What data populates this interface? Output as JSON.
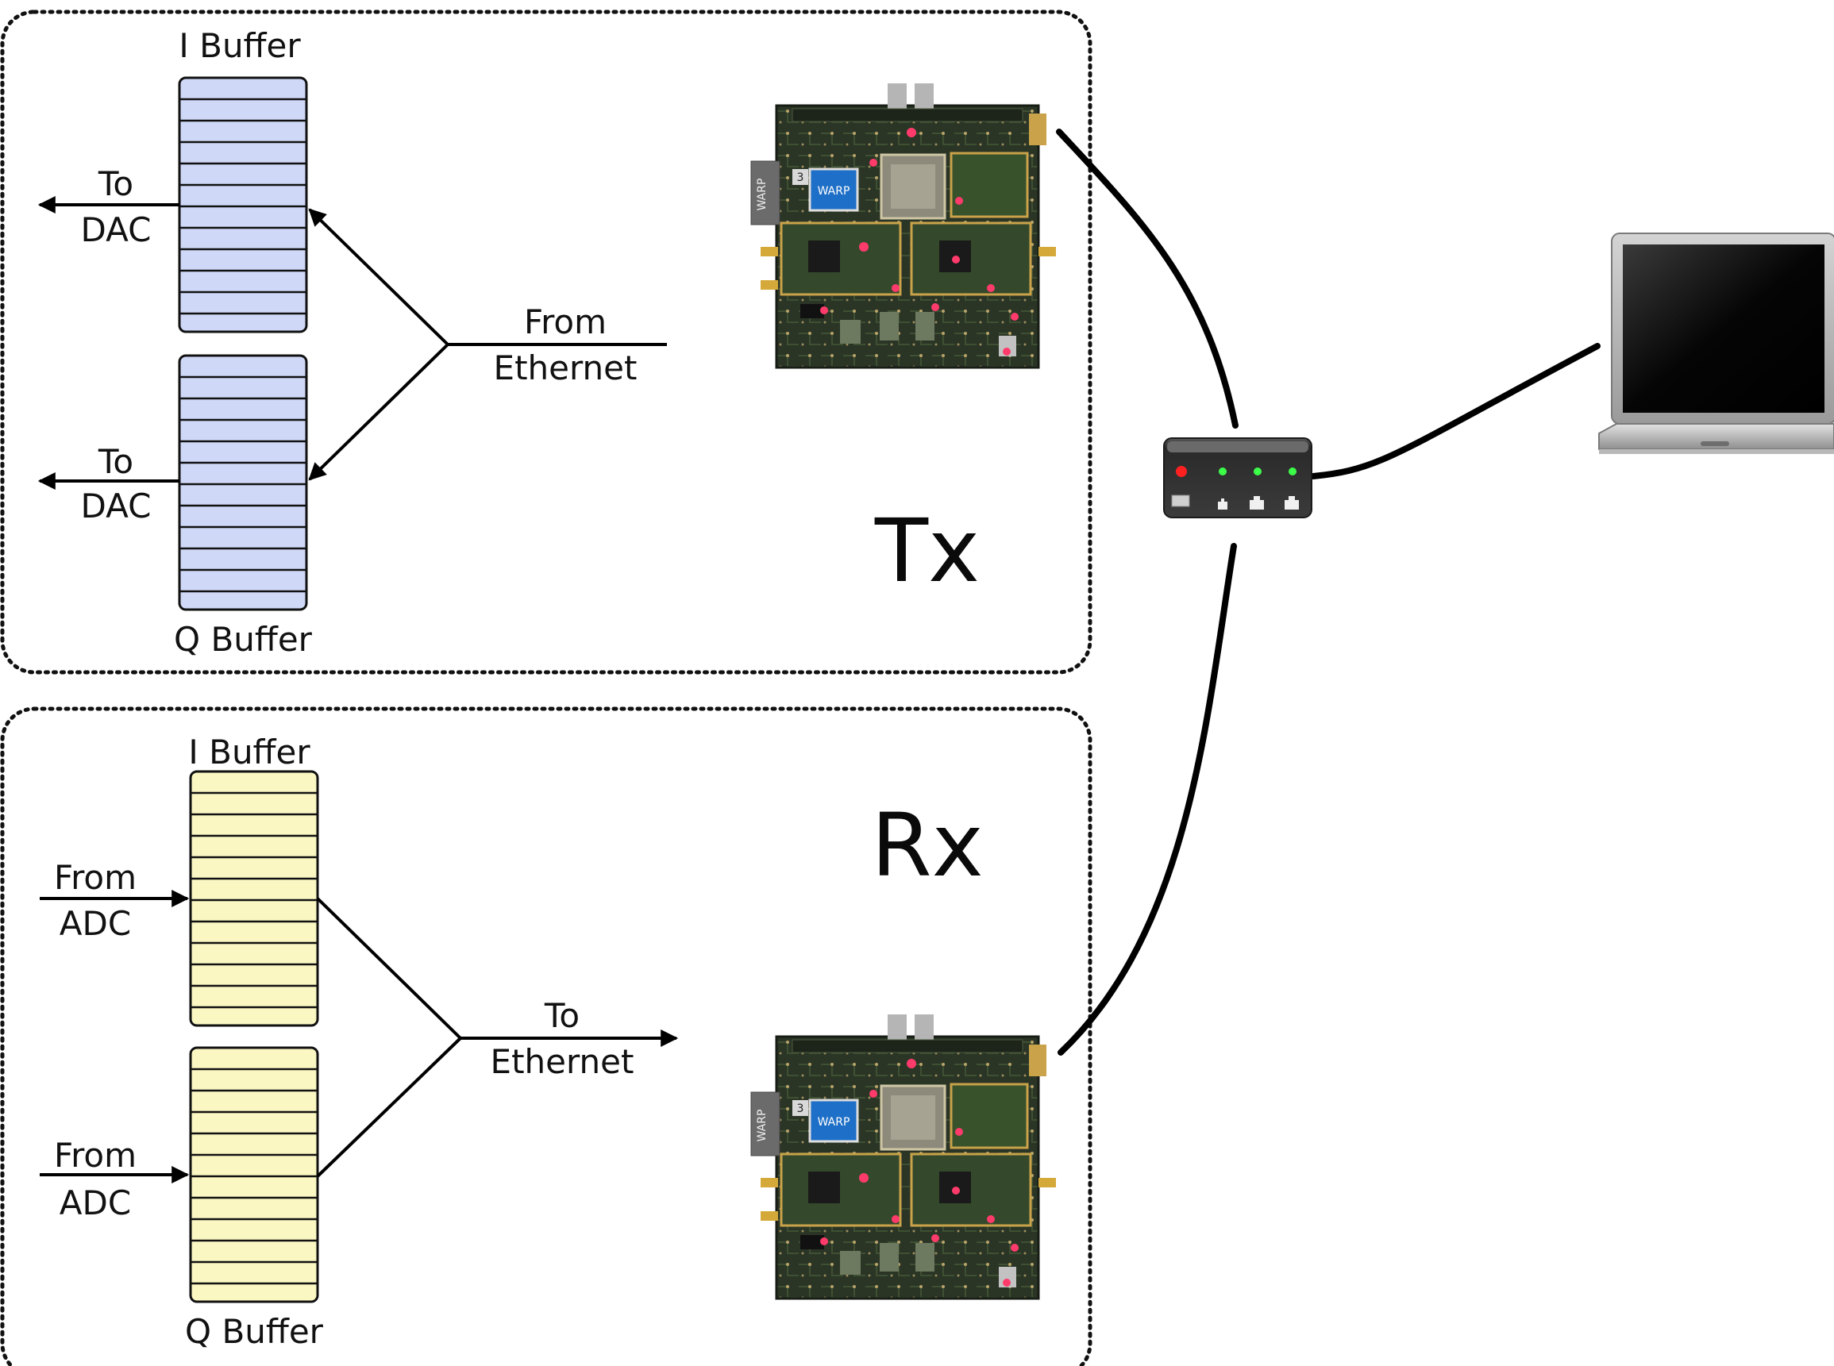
{
  "colors": {
    "i_buffer_fill_tx": "#cfd8f7",
    "q_buffer_fill_tx": "#cfd8f7",
    "i_buffer_fill_rx": "#fbf7c3",
    "q_buffer_fill_rx": "#fbf7c3",
    "line": "#000000",
    "board_pcb": "#2b3526",
    "led": "#ff3b6b"
  },
  "tx": {
    "label": "Tx",
    "i_buffer": "I Buffer",
    "q_buffer": "Q Buffer",
    "to_top": "To",
    "dac_top": "DAC",
    "to_bottom": "To",
    "dac_bottom": "DAC",
    "from": "From",
    "ethernet": "Ethernet",
    "board_tag": "WARP",
    "board_screen": "WARP",
    "board_num": "3"
  },
  "rx": {
    "label": "Rx",
    "i_buffer": "I Buffer",
    "q_buffer": "Q Buffer",
    "from_top": "From",
    "adc_top": "ADC",
    "from_bottom": "From",
    "adc_bottom": "ADC",
    "to": "To",
    "ethernet": "Ethernet",
    "board_tag": "WARP",
    "board_screen": "WARP",
    "board_num": "3"
  },
  "icons": {
    "switch": "ethernet-switch-icon",
    "laptop": "laptop-icon",
    "board": "fpga-board-icon"
  }
}
